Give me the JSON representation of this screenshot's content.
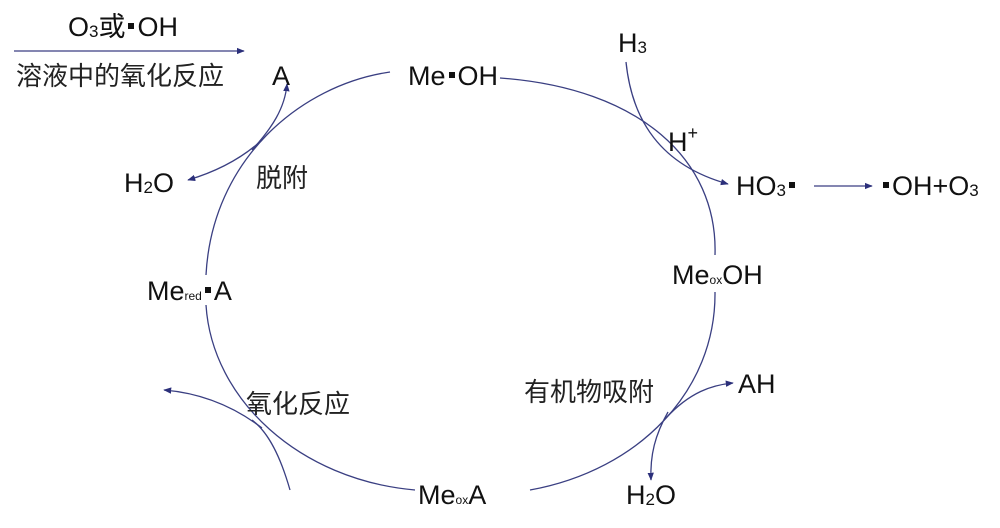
{
  "colors": {
    "arrow": "#2b2f7a",
    "text": "#111111"
  },
  "legend": {
    "oxidant": [
      "O",
      "3",
      "或",
      "OH"
    ],
    "description": "溶液中的氧化反应",
    "product": "A"
  },
  "cycle": {
    "top": [
      "Me",
      "OH"
    ],
    "right": [
      "Me",
      "ox",
      "OH"
    ],
    "bottom": [
      "Me",
      "ox",
      "A"
    ],
    "left": [
      "Me",
      "red",
      "A"
    ]
  },
  "ozone_path": {
    "reactant": [
      "H",
      "3"
    ],
    "proton": [
      "H",
      "+"
    ],
    "radical": [
      "HO",
      "3"
    ],
    "products": [
      "OH+O",
      "3"
    ]
  },
  "steps": {
    "adsorption": "有机物吸附",
    "oxidation": "氧化反应",
    "desorption": "脱附"
  },
  "species": {
    "organic": "AH",
    "water_right": [
      "H",
      "2",
      "O"
    ],
    "water_left": [
      "H",
      "2",
      "O"
    ]
  }
}
